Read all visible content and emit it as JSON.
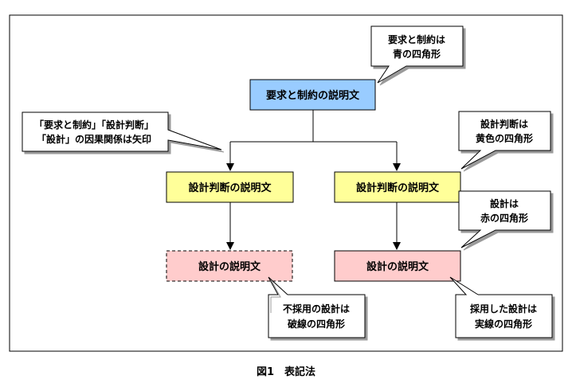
{
  "diagram": {
    "nodes": {
      "requirement": "要求と制約の説明文",
      "decision_left": "設計判断の説明文",
      "decision_right": "設計判断の説明文",
      "design_rejected": "設計の説明文",
      "design_adopted": "設計の説明文"
    },
    "callouts": {
      "requirement_color": [
        "要求と制約は",
        "青の四角形"
      ],
      "arrows_meaning": [
        "「要求と制約」「設計判断」",
        "「設計」の因果関係は矢印"
      ],
      "decision_color": [
        "設計判断は",
        "黄色の四角形"
      ],
      "design_color": [
        "設計は",
        "赤の四角形"
      ],
      "rejected_style": [
        "不採用の設計は",
        "破線の四角形"
      ],
      "adopted_style": [
        "採用した設計は",
        "実線の四角形"
      ]
    },
    "colors": {
      "requirement_fill": "#99CCFF",
      "decision_fill": "#FFFF99",
      "design_fill": "#FFCCCC",
      "line": "#000000"
    }
  },
  "caption": "図1　表記法"
}
